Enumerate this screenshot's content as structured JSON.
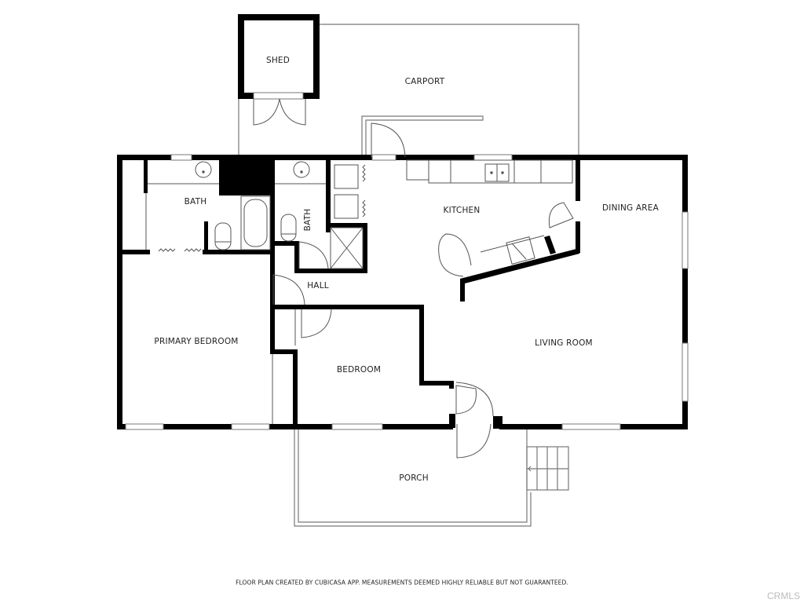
{
  "rooms": {
    "shed": "SHED",
    "carport": "CARPORT",
    "bath_primary": "BATH",
    "bath_hall": "BATH",
    "kitchen": "KITCHEN",
    "dining_area": "DINING AREA",
    "hall": "HALL",
    "primary_bedroom": "PRIMARY BEDROOM",
    "bedroom": "BEDROOM",
    "living_room": "LIVING ROOM",
    "porch": "PORCH"
  },
  "footer": {
    "disclaimer": "FLOOR PLAN CREATED BY CUBICASA APP. MEASUREMENTS DEEMED HIGHLY RELIABLE BUT NOT GUARANTEED."
  },
  "watermark": "CRMLS",
  "colors": {
    "wall": "#000000",
    "line": "#555555",
    "background": "#ffffff"
  }
}
